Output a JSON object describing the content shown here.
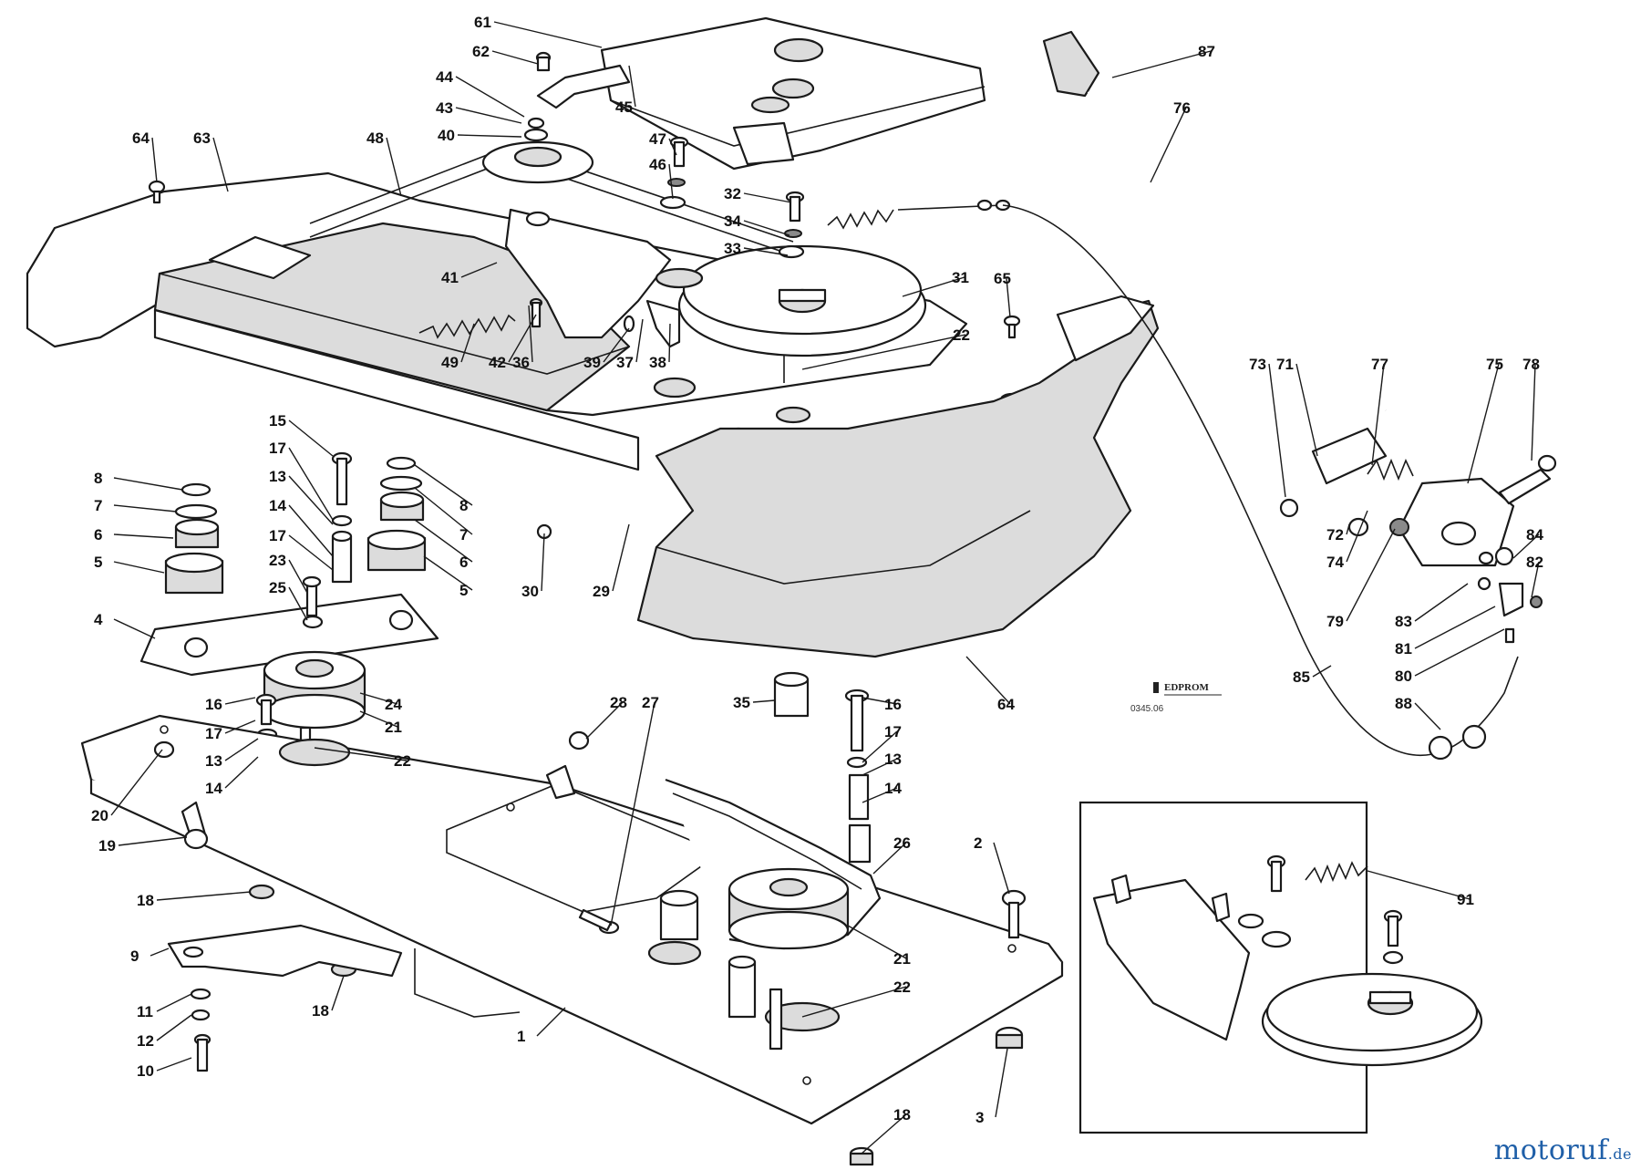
{
  "diagram": {
    "labels": [
      {
        "id": "61",
        "text": "61"
      },
      {
        "id": "62",
        "text": "62"
      },
      {
        "id": "44",
        "text": "44"
      },
      {
        "id": "43",
        "text": "43"
      },
      {
        "id": "40",
        "text": "40"
      },
      {
        "id": "45",
        "text": "45"
      },
      {
        "id": "47",
        "text": "47"
      },
      {
        "id": "46",
        "text": "46"
      },
      {
        "id": "64a",
        "text": "64"
      },
      {
        "id": "63",
        "text": "63"
      },
      {
        "id": "48",
        "text": "48"
      },
      {
        "id": "87",
        "text": "87"
      },
      {
        "id": "76",
        "text": "76"
      },
      {
        "id": "32",
        "text": "32"
      },
      {
        "id": "34",
        "text": "34"
      },
      {
        "id": "33",
        "text": "33"
      },
      {
        "id": "31",
        "text": "31"
      },
      {
        "id": "65",
        "text": "65"
      },
      {
        "id": "22a",
        "text": "22"
      },
      {
        "id": "41",
        "text": "41"
      },
      {
        "id": "49",
        "text": "49"
      },
      {
        "id": "42",
        "text": "42"
      },
      {
        "id": "36",
        "text": "36"
      },
      {
        "id": "39",
        "text": "39"
      },
      {
        "id": "37",
        "text": "37"
      },
      {
        "id": "38",
        "text": "38"
      },
      {
        "id": "73",
        "text": "73"
      },
      {
        "id": "71",
        "text": "71"
      },
      {
        "id": "77",
        "text": "77"
      },
      {
        "id": "75",
        "text": "75"
      },
      {
        "id": "78",
        "text": "78"
      },
      {
        "id": "15",
        "text": "15"
      },
      {
        "id": "17a",
        "text": "17"
      },
      {
        "id": "13a",
        "text": "13"
      },
      {
        "id": "14a",
        "text": "14"
      },
      {
        "id": "17b",
        "text": "17"
      },
      {
        "id": "23",
        "text": "23"
      },
      {
        "id": "25",
        "text": "25"
      },
      {
        "id": "8a",
        "text": "8"
      },
      {
        "id": "7a",
        "text": "7"
      },
      {
        "id": "6a",
        "text": "6"
      },
      {
        "id": "5a",
        "text": "5"
      },
      {
        "id": "8b",
        "text": "8"
      },
      {
        "id": "7b",
        "text": "7"
      },
      {
        "id": "6b",
        "text": "6"
      },
      {
        "id": "5b",
        "text": "5"
      },
      {
        "id": "30",
        "text": "30"
      },
      {
        "id": "29",
        "text": "29"
      },
      {
        "id": "72",
        "text": "72"
      },
      {
        "id": "74",
        "text": "74"
      },
      {
        "id": "79",
        "text": "79"
      },
      {
        "id": "84",
        "text": "84"
      },
      {
        "id": "82",
        "text": "82"
      },
      {
        "id": "83",
        "text": "83"
      },
      {
        "id": "81",
        "text": "81"
      },
      {
        "id": "80",
        "text": "80"
      },
      {
        "id": "85",
        "text": "85"
      },
      {
        "id": "88",
        "text": "88"
      },
      {
        "id": "4",
        "text": "4"
      },
      {
        "id": "16a",
        "text": "16"
      },
      {
        "id": "24",
        "text": "24"
      },
      {
        "id": "21a",
        "text": "21"
      },
      {
        "id": "17c",
        "text": "17"
      },
      {
        "id": "13b",
        "text": "13"
      },
      {
        "id": "22b",
        "text": "22"
      },
      {
        "id": "14b",
        "text": "14"
      },
      {
        "id": "20",
        "text": "20"
      },
      {
        "id": "19",
        "text": "19"
      },
      {
        "id": "28",
        "text": "28"
      },
      {
        "id": "27",
        "text": "27"
      },
      {
        "id": "35",
        "text": "35"
      },
      {
        "id": "16b",
        "text": "16"
      },
      {
        "id": "17d",
        "text": "17"
      },
      {
        "id": "13c",
        "text": "13"
      },
      {
        "id": "14c",
        "text": "14"
      },
      {
        "id": "64b",
        "text": "64"
      },
      {
        "id": "26",
        "text": "26"
      },
      {
        "id": "2",
        "text": "2"
      },
      {
        "id": "18a",
        "text": "18"
      },
      {
        "id": "9",
        "text": "9"
      },
      {
        "id": "11",
        "text": "11"
      },
      {
        "id": "12",
        "text": "12"
      },
      {
        "id": "10",
        "text": "10"
      },
      {
        "id": "18b",
        "text": "18"
      },
      {
        "id": "21b",
        "text": "21"
      },
      {
        "id": "22c",
        "text": "22"
      },
      {
        "id": "1",
        "text": "1"
      },
      {
        "id": "18c",
        "text": "18"
      },
      {
        "id": "3",
        "text": "3"
      },
      {
        "id": "91",
        "text": "91"
      }
    ],
    "drawing_code": "0345.06",
    "logo_text": "EDPROM",
    "watermark": {
      "main": "motoruf",
      "suffix": ".de",
      "accent_color": "#e07a1f",
      "color": "#1f5fa8"
    }
  }
}
